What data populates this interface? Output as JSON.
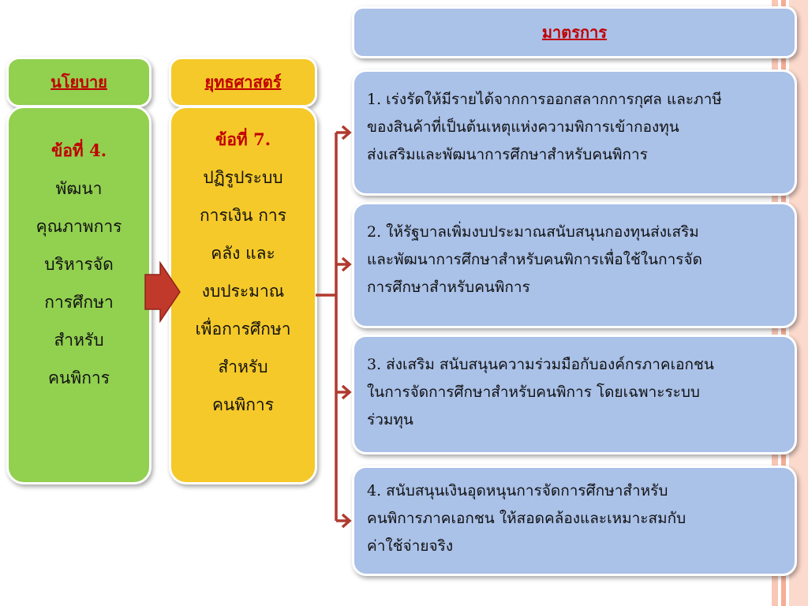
{
  "headers": {
    "policy": "นโยบาย",
    "strategy": "ยุทธศาสตร์",
    "measures": "มาตรการ"
  },
  "policy_box": {
    "lead": "ข้อที่ 4.",
    "lines": [
      "พัฒนา",
      "คุณภาพการ",
      "บริหารจัด",
      "การศึกษา",
      "สำหรับ",
      "คนพิการ"
    ]
  },
  "strategy_box": {
    "lead": "ข้อที่ 7.",
    "lines": [
      "ปฏิรูประบบ",
      "การเงิน การ",
      "คลัง และ",
      "งบประมาณ",
      "เพื่อการศึกษา",
      "สำหรับ",
      "คนพิการ"
    ]
  },
  "measures": [
    {
      "lines": [
        "1. เร่งรัดให้มีรายได้จากการออกสลากการกุศล และภาษี",
        "ของสินค้าที่เป็นต้นเหตุแห่งความพิการเข้ากองทุน",
        "ส่งเสริมและพัฒนาการศึกษาสำหรับคนพิการ"
      ]
    },
    {
      "lines": [
        "2. ให้รัฐบาลเพิ่มงบประมาณสนับสนุนกองทุนส่งเสริม",
        "และพัฒนาการศึกษาสำหรับคนพิการเพื่อใช้ในการจัด",
        "การศึกษาสำหรับคนพิการ"
      ]
    },
    {
      "lines": [
        "3. ส่งเสริม สนับสนุนความร่วมมือกับองค์กรภาคเอกชน",
        "ในการจัดการศึกษาสำหรับคนพิการ โดยเฉพาะระบบ",
        "ร่วมทุน"
      ]
    },
    {
      "lines": [
        "4. สนับสนุนเงินอุดหนุนการจัดการศึกษาสำหรับ",
        "คนพิการภาคเอกชน ให้สอดคล้องและเหมาะสมกับ",
        "ค่าใช้จ่ายจริง"
      ]
    }
  ],
  "colors": {
    "policy_fill": "#92d050",
    "strategy_fill": "#f5c929",
    "measure_fill": "#aac1e8",
    "header_text": "#c00000",
    "arrow": "#c0392b",
    "connector": "#b03a2e"
  }
}
